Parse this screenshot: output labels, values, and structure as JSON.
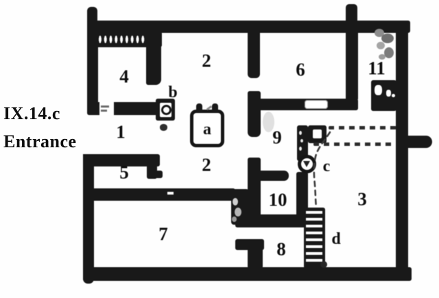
{
  "title": {
    "site": "IX.14.c",
    "entrance": "Entrance"
  },
  "colors": {
    "wall": "#191919",
    "background": "#fefefe",
    "rubble": "#909090",
    "dashed": "#2c2c2c"
  },
  "rooms": [
    {
      "id": "room-1",
      "label": "1"
    },
    {
      "id": "room-2-upper",
      "label": "2"
    },
    {
      "id": "room-2-lower",
      "label": "2"
    },
    {
      "id": "room-3",
      "label": "3"
    },
    {
      "id": "room-4",
      "label": "4"
    },
    {
      "id": "room-5",
      "label": "5"
    },
    {
      "id": "room-6",
      "label": "6"
    },
    {
      "id": "room-7",
      "label": "7"
    },
    {
      "id": "room-8",
      "label": "8"
    },
    {
      "id": "room-9",
      "label": "9"
    },
    {
      "id": "room-10",
      "label": "10"
    },
    {
      "id": "room-11",
      "label": "11"
    }
  ],
  "features": [
    {
      "id": "feature-a",
      "label": "a"
    },
    {
      "id": "feature-b",
      "label": "b"
    },
    {
      "id": "feature-c",
      "label": "c"
    },
    {
      "id": "feature-d",
      "label": "d"
    }
  ]
}
